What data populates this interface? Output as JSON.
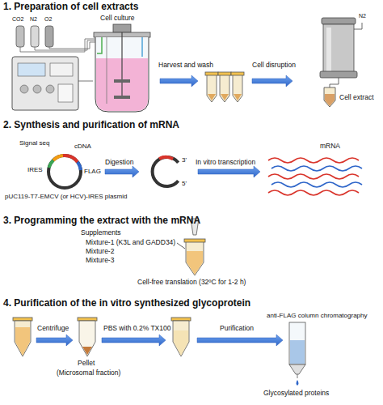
{
  "diagram": {
    "labels": [
      "1. Preparation of cell extracts",
      "Cell culture",
      "CO2",
      "N2",
      "O2",
      "Harvest and wash",
      "Cell disruption",
      "N2",
      "Cell extract",
      "2. Synthesis and purification of mRNA",
      "Signal seq",
      "cDNA",
      "IRES",
      "FLAG",
      "pUC119-T7-EMCV (or HCV)-IRES plasmid",
      "Digestion",
      "3'",
      "5'",
      "In vitro transcription",
      "mRNA",
      "3. Programming the extract with the mRNA",
      "Supplements",
      "Mixture-1 (K3L and GADD34)",
      "Mixture-2",
      "Mixture-3",
      "Cell-free translation (32ºC for 1-2 h)",
      "4. Purification of the in vitro synthesized glycoprotein",
      "Centrifuge",
      "PBS with 0.2% TX100",
      "Purification",
      "Pellet",
      "(Microsomal fraction)",
      "anti-FLAG column chromatography",
      "Glycosylated proteins"
    ]
  }
}
